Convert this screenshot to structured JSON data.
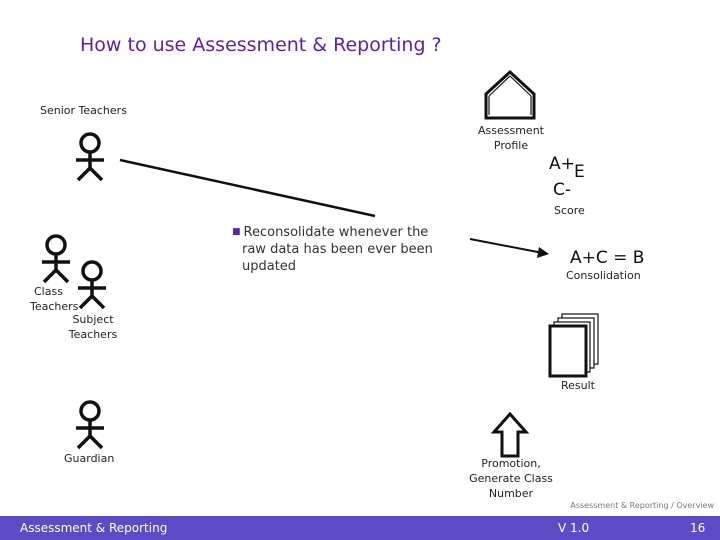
{
  "title": "How to use Assessment & Reporting ?",
  "roles": {
    "senior": "Senior Teachers",
    "class_line1": "Class",
    "class_line2": "Teachers",
    "subject_line1": "Subject",
    "subject_line2": "Teachers",
    "guardian": "Guardian"
  },
  "assessment_profile": {
    "line1": "Assessment",
    "line2": "Profile"
  },
  "score": {
    "a_plus": "A+",
    "e": "E",
    "c_minus": "C-",
    "label": "Score"
  },
  "consolidation": {
    "formula": "A+C = B",
    "label": "Consolidation"
  },
  "note": {
    "line1": "Reconsolidate whenever the",
    "line2": "raw data has been ever been",
    "line3": "updated"
  },
  "result": {
    "label": "Result"
  },
  "promotion": {
    "line1": "Promotion,",
    "line2": "Generate Class",
    "line3": "Number"
  },
  "caption": "Assessment & Reporting / Overview",
  "footer": {
    "left": "Assessment & Reporting",
    "version": "V 1.0",
    "page": "16"
  },
  "colors": {
    "title": "#5b1eb4",
    "footer_bg": "#5b4bc6"
  }
}
